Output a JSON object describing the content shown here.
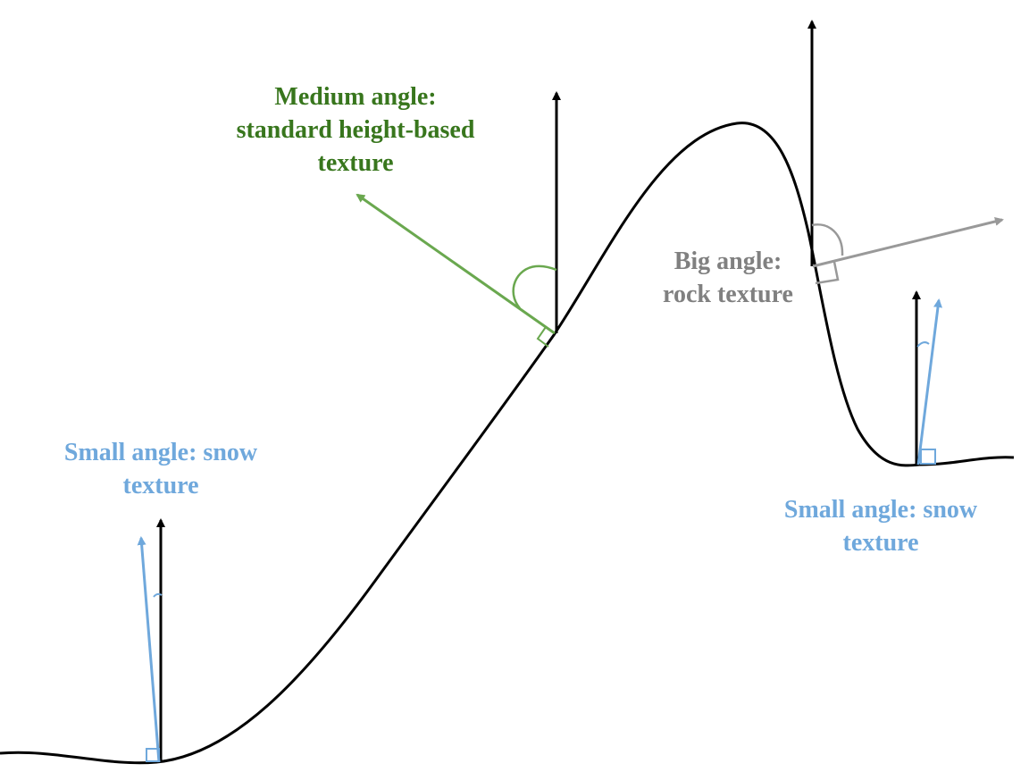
{
  "colors": {
    "terrain": "#000000",
    "vertical_reference": "#000000",
    "small_angle": "#6fa8dc",
    "medium_angle": "#6aa84f",
    "medium_text": "#38761d",
    "big_angle": "#999999",
    "big_text": "#808080"
  },
  "labels": {
    "medium": {
      "line1": "Medium angle:",
      "line2": "standard height-based",
      "line3": "texture"
    },
    "big": {
      "line1": "Big angle:",
      "line2": "rock texture"
    },
    "small_left": {
      "line1": "Small angle: snow",
      "line2": "texture"
    },
    "small_right": {
      "line1": "Small angle: snow",
      "line2": "texture"
    }
  },
  "icons": {
    "arrowhead": "triangle-arrowhead",
    "right_angle_marker": "small-square",
    "angle_marker": "arc"
  }
}
